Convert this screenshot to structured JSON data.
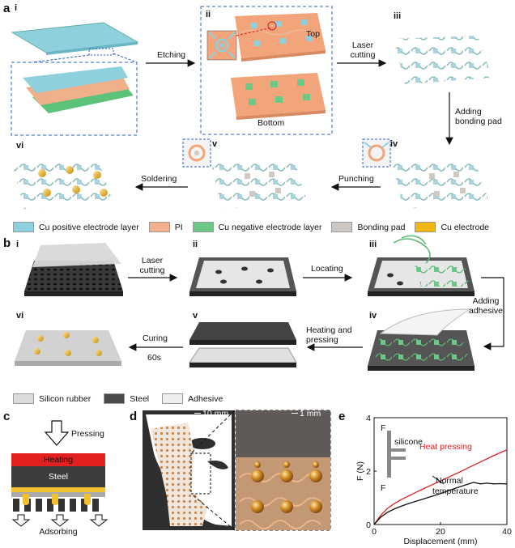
{
  "panel_a": {
    "label": "a",
    "steps": {
      "i": "i",
      "ii": "ii",
      "iii": "iii",
      "iv": "iv",
      "v": "v",
      "vi": "vi"
    },
    "arrows": {
      "etching": "Etching",
      "laser_cutting": "Laser\ncutting",
      "adding_bonding_pad": "Adding\nbonding pad",
      "punching": "Punching",
      "soldering": "Soldering"
    },
    "top_label": "Top",
    "bottom_label": "Bottom",
    "colors": {
      "cu_positive": "#8fd0de",
      "pi": "#f2a47a",
      "cu_negative": "#6cc886",
      "bonding_pad": "#cfc9c3",
      "cu_electrode": "#f0b70e"
    },
    "legend": [
      {
        "label": "Cu positive electrode layer",
        "color": "#8fd0de"
      },
      {
        "label": "PI",
        "color": "#f2b08c"
      },
      {
        "label": "Cu negative electrode layer",
        "color": "#6cc886"
      },
      {
        "label": "Bonding pad",
        "color": "#cdc8c4"
      },
      {
        "label": "Cu electrode",
        "color": "#f0b70e"
      }
    ]
  },
  "panel_b": {
    "label": "b",
    "steps": {
      "i": "i",
      "ii": "ii",
      "iii": "iii",
      "iv": "iv",
      "v": "v",
      "vi": "vi"
    },
    "arrows": {
      "laser_cutting": "Laser\ncutting",
      "locating": "Locating",
      "adding_adhesive": "Adding\nadhesive",
      "heating_pressing": "Heating and\npressing",
      "curing": "Curing",
      "curing_time": "60s"
    },
    "legend": [
      {
        "label": "Silicon rubber",
        "color": "#dcdcdc"
      },
      {
        "label": "Steel",
        "color": "#4a4a4a"
      },
      {
        "label": "Adhesive",
        "color": "#eeeeee"
      }
    ]
  },
  "panel_c": {
    "label": "c",
    "pressing": "Pressing",
    "heating": "Heating",
    "steel": "Steel",
    "adsorbing": "Adsorbing"
  },
  "panel_d": {
    "label": "d",
    "scale_left": "10 mm",
    "scale_right": "1 mm"
  },
  "panel_e": {
    "label": "e",
    "chart_data": {
      "type": "line",
      "xlabel": "Displacement (mm)",
      "ylabel": "F (N)",
      "xlim": [
        0,
        40
      ],
      "ylim": [
        0,
        4
      ],
      "xticks": [
        0,
        20,
        40
      ],
      "yticks": [
        0,
        2,
        4
      ],
      "series": [
        {
          "name": "Heat pressing",
          "color": "#e02020",
          "x": [
            0,
            2,
            4,
            6,
            8,
            10,
            12,
            15,
            18,
            20,
            22,
            25,
            28,
            30,
            33,
            36,
            40
          ],
          "y": [
            0,
            0.35,
            0.6,
            0.78,
            0.92,
            1.05,
            1.17,
            1.35,
            1.52,
            1.63,
            1.75,
            1.92,
            2.1,
            2.22,
            2.4,
            2.58,
            2.8
          ]
        },
        {
          "name": "Normal temperature",
          "color": "#111111",
          "x": [
            0,
            2,
            4,
            6,
            8,
            10,
            12,
            15,
            18,
            20,
            22,
            25,
            28,
            30,
            32,
            34,
            36,
            38,
            40
          ],
          "y": [
            0,
            0.28,
            0.45,
            0.58,
            0.68,
            0.77,
            0.85,
            0.96,
            1.08,
            1.16,
            1.25,
            1.38,
            1.5,
            1.58,
            1.52,
            1.55,
            1.52,
            1.53,
            1.52
          ]
        }
      ],
      "annotations": {
        "heat": "Heat pressing",
        "normal": "Normal\ntemperature",
        "f_top": "F",
        "f_bottom": "F",
        "silicone": "silicone"
      }
    }
  }
}
